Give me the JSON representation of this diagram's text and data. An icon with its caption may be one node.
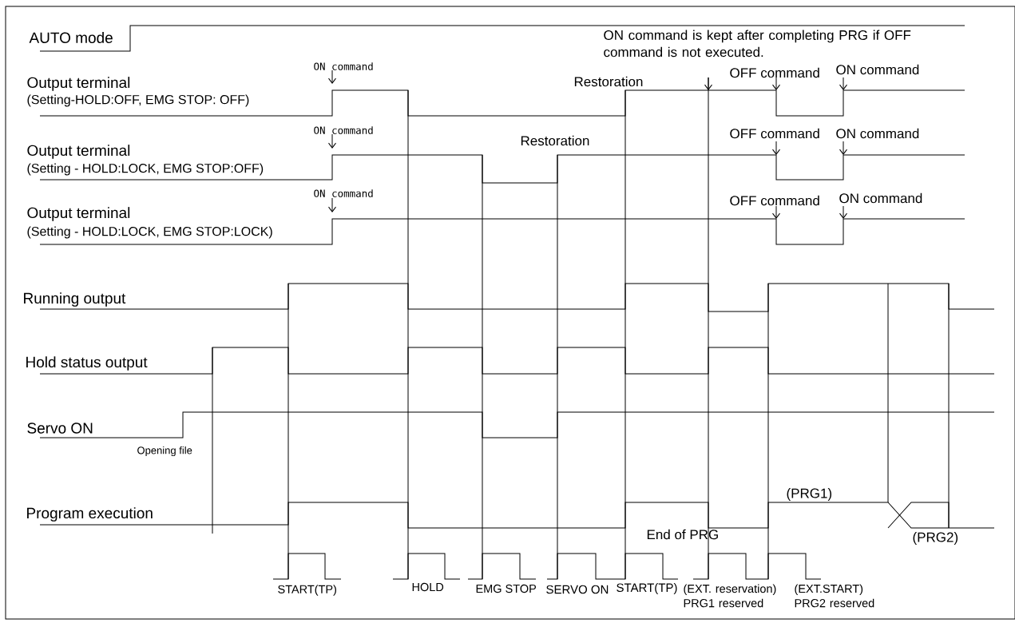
{
  "diagram": {
    "labels": [
      "AUTO mode",
      "ON command is kept after completing PRG if OFF command is not executed.",
      "ON command",
      "Restoration",
      "OFF command",
      "ON command",
      "Output terminal",
      "(Setting-HOLD:OFF, EMG STOP: OFF)",
      "ON command",
      "Restoration",
      "OFF command",
      "ON command",
      "Output terminal",
      "(Setting - HOLD:LOCK, EMG STOP:OFF)",
      "ON command",
      "OFF command",
      "ON command",
      "Output terminal",
      "(Setting - HOLD:LOCK, EMG STOP:LOCK)",
      "Running output",
      "Hold status output",
      "Servo ON",
      "Opening file",
      "(PRG1)",
      "Program execution",
      "End of PRG",
      "(PRG2)",
      "START(TP)",
      "HOLD",
      "EMG STOP",
      "SERVO ON",
      "START(TP)",
      "(EXT. reservation) PRG1 reserved",
      "(EXT.START) PRG2 reserved"
    ]
  }
}
